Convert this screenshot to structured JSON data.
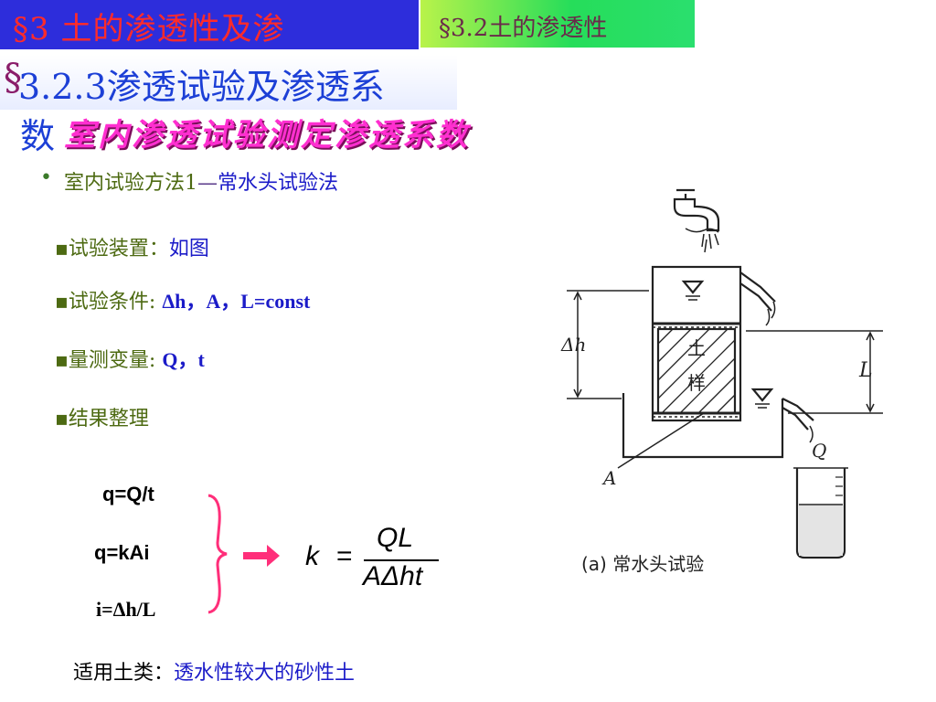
{
  "header": {
    "section_title": "§3  土的渗透性及渗",
    "subsection_title": "§3.2土的渗透性"
  },
  "subheading": {
    "clipped_char": "§",
    "title_line1": "3.2.3渗透试验及渗透系",
    "title_line2_part1": "数",
    "title_line2_part2": "室内渗透试验测定渗透系数"
  },
  "bullet": {
    "dot": "•",
    "prefix": "室内试验方法1",
    "dash": "—",
    "suffix": "常水头试验法"
  },
  "items": [
    {
      "label": "▪试验装置：",
      "value": "如图"
    },
    {
      "label": "▪试验条件:  ",
      "value": "Δh，A，L=const"
    },
    {
      "label": "▪量测变量:  ",
      "value": "Q，t"
    },
    {
      "label": "▪结果整理",
      "value": ""
    }
  ],
  "formulas": {
    "f1": "q=Q/t",
    "f2": "q=kAi",
    "f3": "i=Δh/L"
  },
  "equation": {
    "lhs": "k",
    "eq": "=",
    "numerator": "QL",
    "denominator": "AΔht"
  },
  "footer": {
    "label": "适用土类：",
    "value": "透水性较大的砂性土"
  },
  "figure": {
    "delta_h": "Δh",
    "length": "L",
    "sample_top": "土",
    "sample_bottom": "样",
    "label_a": "A",
    "label_q": "Q",
    "caption": "(a) 常水头试验"
  },
  "colors": {
    "header_left_bg": "#2d2ddb",
    "header_left_text": "#ff2b2b",
    "header_right_text": "#6a2a4a",
    "subtitle": "#1c3fd6",
    "magenta": "#ff2fd0",
    "olive": "#4d6a12",
    "blue": "#1b1bc8",
    "brace": "#ff2f7a"
  }
}
